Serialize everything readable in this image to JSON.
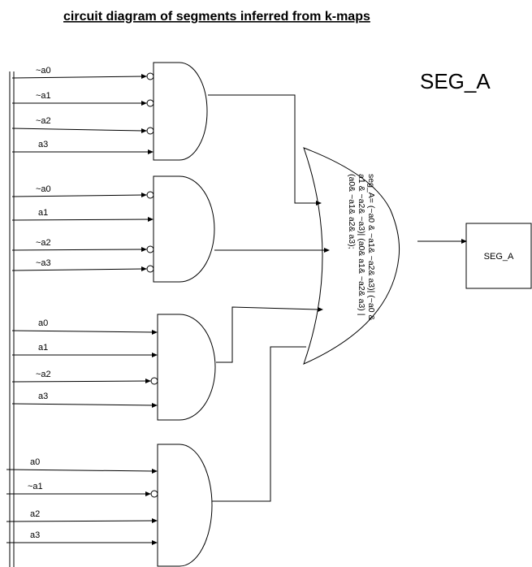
{
  "title": "circuit diagram of segments inferred from k-maps",
  "segment_heading": "SEG_A",
  "output_box_label": "SEG_A",
  "or_gate_expression": [
    "seg_A= (~a0 & ~a1& ~a2& a3)| (~a0 &",
    "a1 & ~a2& ~a3)| (a0& a1& ~a2& a3) |",
    "(a0& ~a1& a2& a3);"
  ],
  "gates": [
    {
      "name": "and-gate-1",
      "inputs": [
        {
          "label": "~a0",
          "inverted": true
        },
        {
          "label": "~a1",
          "inverted": true
        },
        {
          "label": "~a2",
          "inverted": true
        },
        {
          "label": "a3",
          "inverted": false
        }
      ]
    },
    {
      "name": "and-gate-2",
      "inputs": [
        {
          "label": "~a0",
          "inverted": true
        },
        {
          "label": "a1",
          "inverted": false
        },
        {
          "label": "~a2",
          "inverted": true
        },
        {
          "label": "~a3",
          "inverted": true
        }
      ]
    },
    {
      "name": "and-gate-3",
      "inputs": [
        {
          "label": "a0",
          "inverted": false
        },
        {
          "label": "a1",
          "inverted": false
        },
        {
          "label": "~a2",
          "inverted": true
        },
        {
          "label": "a3",
          "inverted": false
        }
      ]
    },
    {
      "name": "and-gate-4",
      "inputs": [
        {
          "label": "a0",
          "inverted": false
        },
        {
          "label": "~a1",
          "inverted": true
        },
        {
          "label": "a2",
          "inverted": false
        },
        {
          "label": "a3",
          "inverted": false
        }
      ]
    }
  ]
}
